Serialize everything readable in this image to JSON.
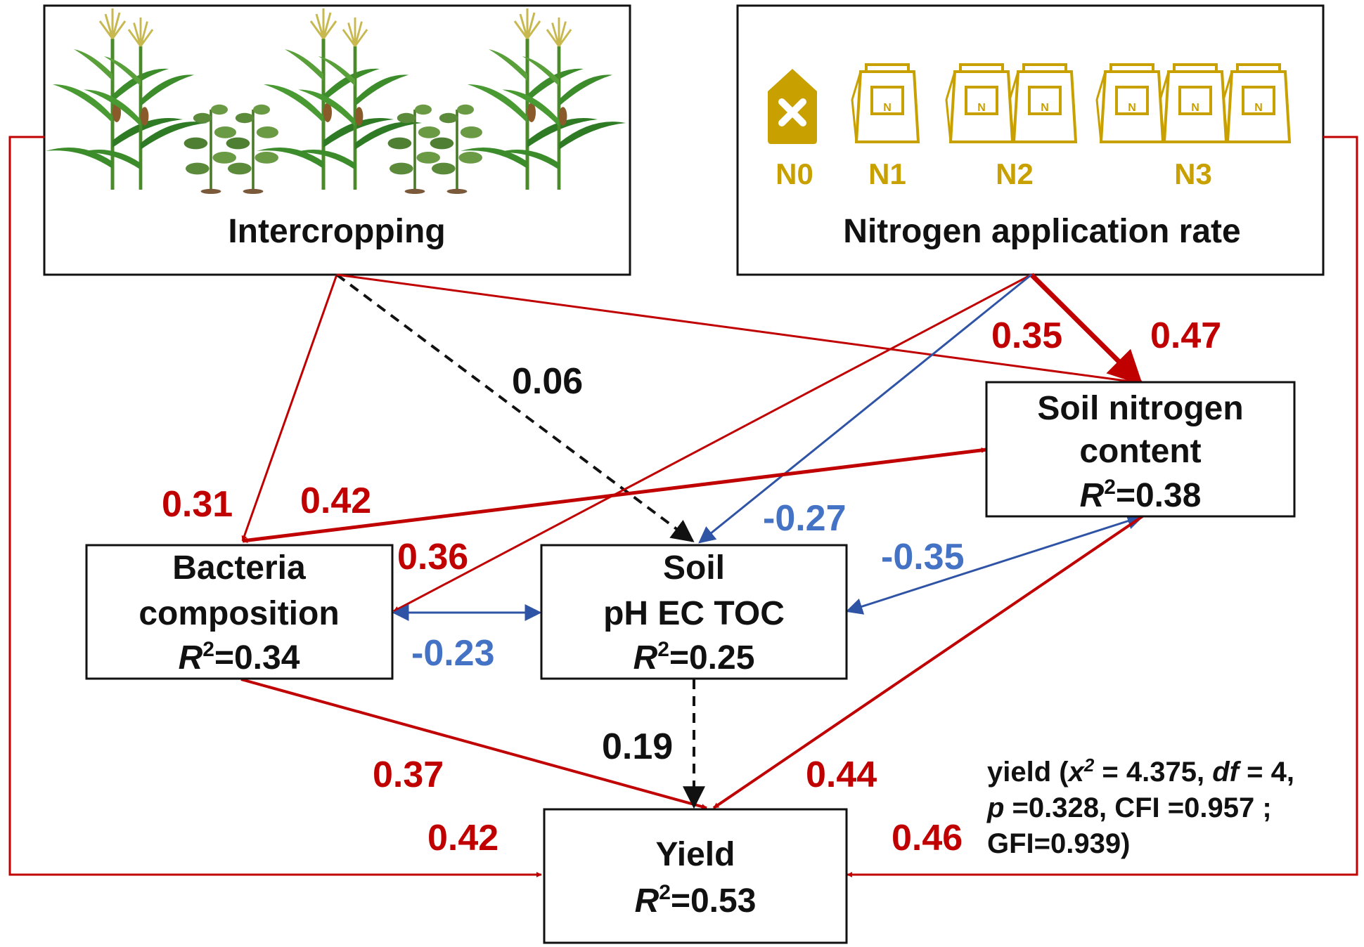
{
  "panels": {
    "intercropping": {
      "label": "Intercropping"
    },
    "nitrogen": {
      "label": "Nitrogen application rate",
      "levels": [
        "N0",
        "N1",
        "N2",
        "N3"
      ],
      "bag_letter": "N"
    }
  },
  "nodes": {
    "soil_nitrogen": {
      "line1": "Soil nitrogen",
      "line2": "content",
      "r2": "=0.38"
    },
    "bacteria": {
      "line1": "Bacteria",
      "line2": "composition",
      "r2": "=0.34"
    },
    "soil": {
      "line1": "Soil",
      "line2": "pH EC TOC",
      "r2": "=0.25"
    },
    "yield": {
      "line1": "Yield",
      "r2": "=0.53"
    }
  },
  "r2_symbol": "R",
  "r2_sup": "2",
  "paths": [
    {
      "from": "Intercropping",
      "to": "Bacteria composition",
      "coef": "0.31",
      "sign": "positive"
    },
    {
      "from": "Intercropping",
      "to": "Soil pH EC TOC",
      "coef": "0.06",
      "sign": "non-significant"
    },
    {
      "from": "Intercropping",
      "to": "Soil nitrogen content",
      "coef": "0.35",
      "sign": "positive"
    },
    {
      "from": "Intercropping",
      "to": "Yield",
      "coef": "0.42",
      "sign": "positive"
    },
    {
      "from": "Nitrogen application rate",
      "to": "Soil nitrogen content",
      "coef": "0.47",
      "sign": "positive"
    },
    {
      "from": "Nitrogen application rate",
      "to": "Bacteria composition",
      "coef": "0.36",
      "sign": "positive"
    },
    {
      "from": "Nitrogen application rate",
      "to": "Soil pH EC TOC",
      "coef": "-0.27",
      "sign": "negative"
    },
    {
      "from": "Nitrogen application rate",
      "to": "Yield",
      "coef": "0.46",
      "sign": "positive"
    },
    {
      "from": "Soil nitrogen content",
      "to": "Bacteria composition",
      "coef": "0.42",
      "sign": "positive"
    },
    {
      "from": "Soil nitrogen content",
      "to": "Soil pH EC TOC",
      "coef": "-0.35",
      "sign": "negative"
    },
    {
      "from": "Soil nitrogen content",
      "to": "Yield",
      "coef": "0.44",
      "sign": "positive"
    },
    {
      "from": "Bacteria composition",
      "to": "Soil pH EC TOC",
      "coef": "-0.23",
      "sign": "negative"
    },
    {
      "from": "Bacteria composition",
      "to": "Yield",
      "coef": "0.37",
      "sign": "positive"
    },
    {
      "from": "Soil pH EC TOC",
      "to": "Yield",
      "coef": "0.19",
      "sign": "non-significant"
    }
  ],
  "fit": {
    "line1": "yield (",
    "chi_sym": "x",
    "chi_sup": "2",
    "chi_val": " = 4.375, ",
    "df_sym": "df",
    "df_val": " = 4,",
    "p_sym": "p",
    "p_val": " =0.328, CFI =0.957 ;",
    "line3": "GFI=0.939)"
  },
  "colors": {
    "positive": "#c00000",
    "negative": "#2f54a6",
    "negative_label": "#4472c4",
    "non_significant": "#111111",
    "fertilizer": "#c8a000",
    "maize": "#3c8c2c",
    "legume": "#5a8a3a"
  }
}
